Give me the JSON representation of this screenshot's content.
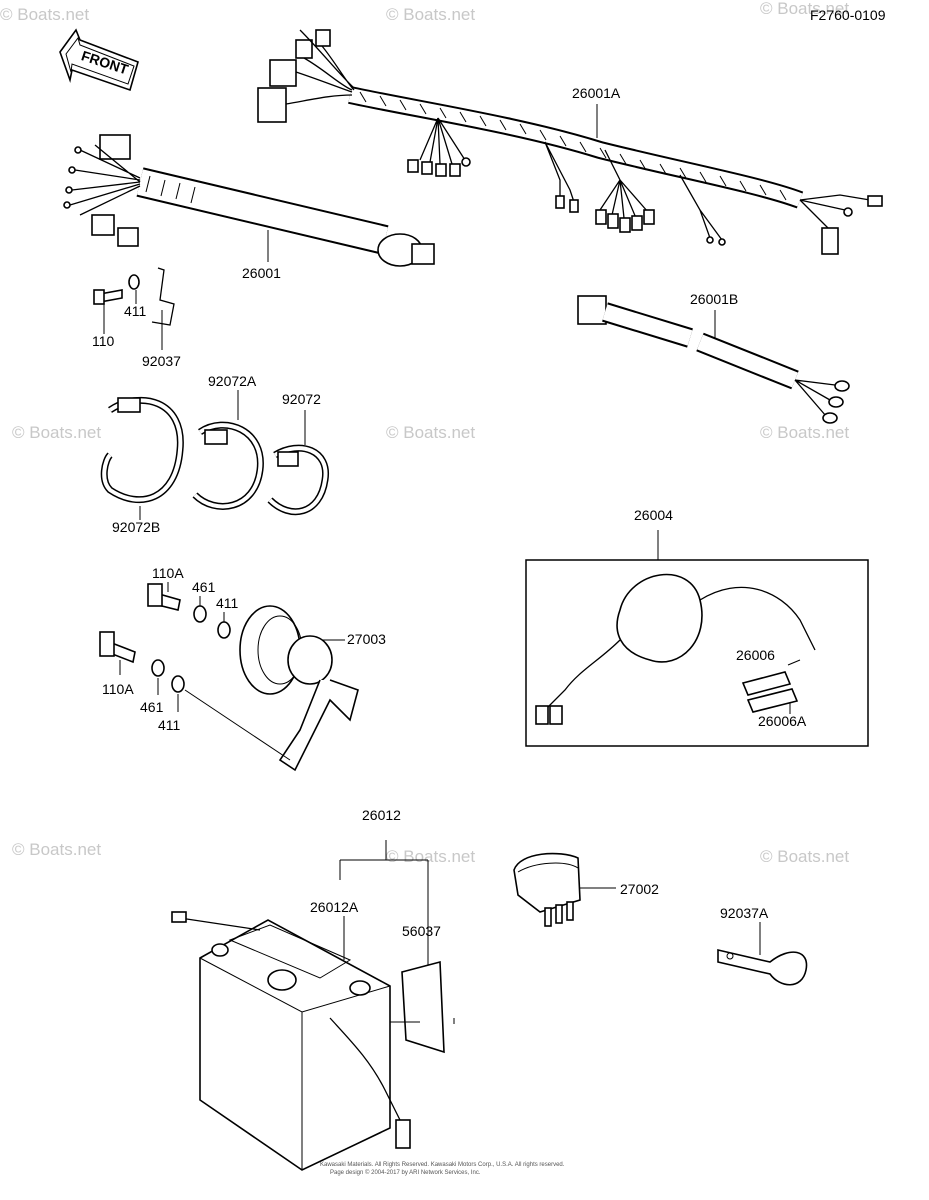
{
  "figure_code": "F2760-0109",
  "front_label": "FRONT",
  "watermark": "© Boats.net",
  "footer": [
    "Kawasaki Materials. All Rights Reserved. Kawasaki Motors Corp., U.S.A. All rights reserved.",
    "Page design © 2004-2017 by ARI Network Services, Inc."
  ],
  "parts": {
    "p26001A": "26001A",
    "p26001": "26001",
    "p26001B": "26001B",
    "p110": "110",
    "p411_top": "411",
    "p92037": "92037",
    "p92072A": "92072A",
    "p92072": "92072",
    "p92072B": "92072B",
    "p110A_top": "110A",
    "p461_top": "461",
    "p411_mid": "411",
    "p27003": "27003",
    "p110A_bot": "110A",
    "p461_bot": "461",
    "p411_bot": "411",
    "p26004": "26004",
    "p26006": "26006",
    "p26006A": "26006A",
    "p26012": "26012",
    "p26012A": "26012A",
    "p56037": "56037",
    "p27002": "27002",
    "p92037A": "92037A"
  }
}
